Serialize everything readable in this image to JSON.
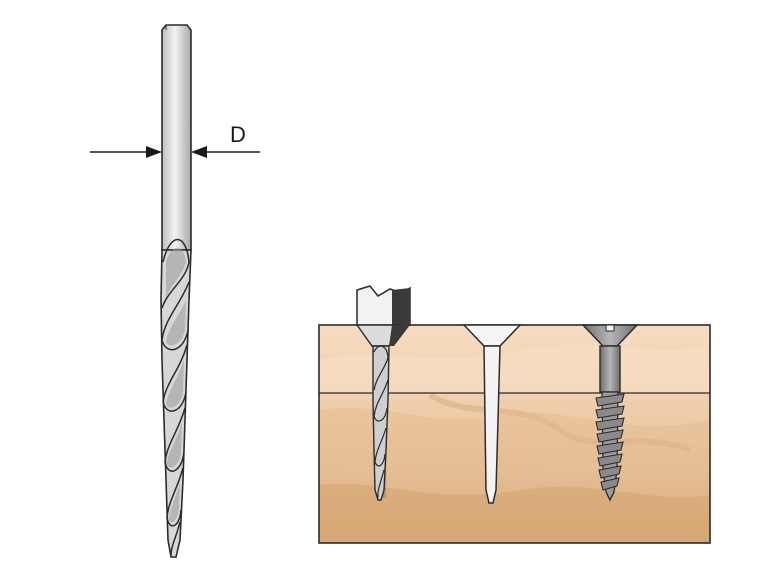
{
  "diagram": {
    "dimension_label": "D",
    "colors": {
      "wood_light": "#f3d7b8",
      "wood_mid": "#e8c29a",
      "wood_dark": "#d9a978",
      "steel_light": "#eeeeee",
      "steel_mid": "#c8c8c8",
      "steel_dark": "#8a8a8a",
      "outline": "#2b2b2b"
    },
    "parts": [
      "drill-bit",
      "countersink-drill-in-wood",
      "countersunk-hole",
      "wood-screw"
    ]
  }
}
